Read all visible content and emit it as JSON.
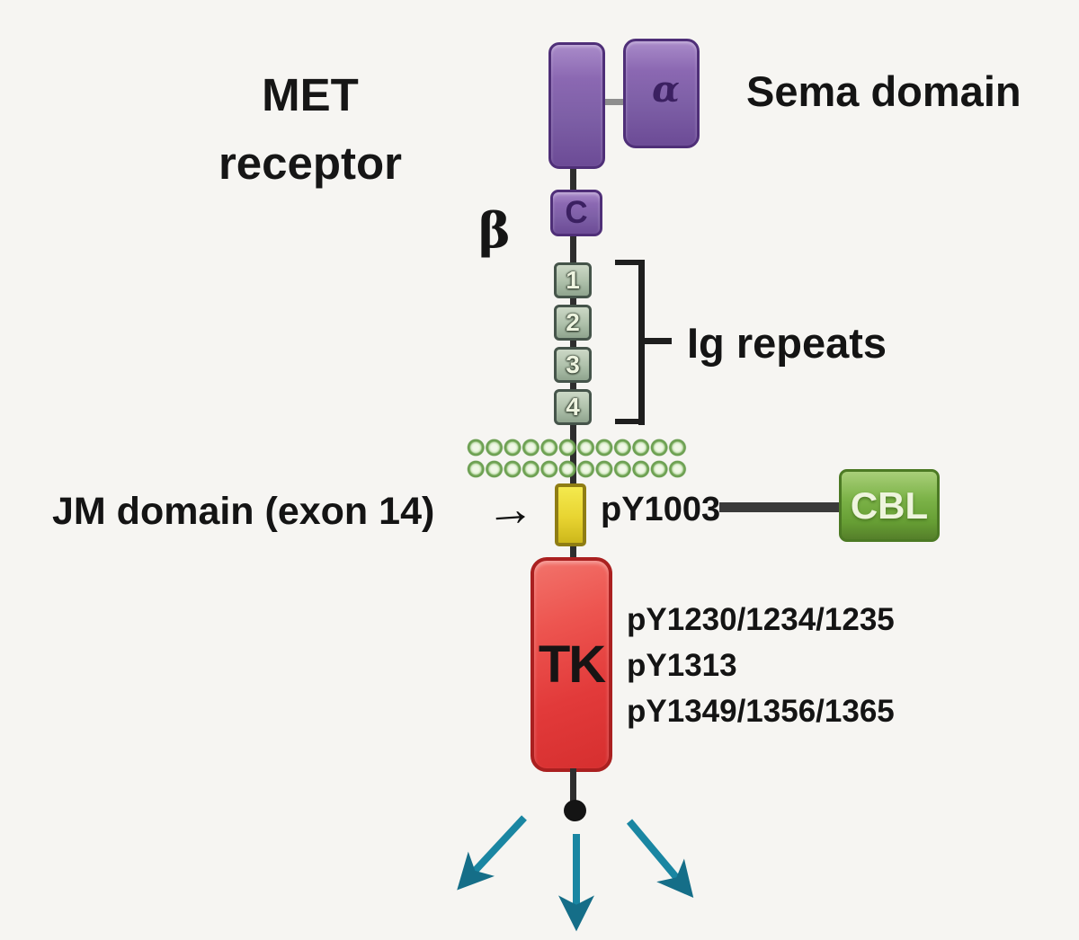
{
  "title": {
    "line1": "MET",
    "line2": "receptor"
  },
  "sema": {
    "label": "Sema domain",
    "alpha": "α",
    "beta": "β",
    "c": "C"
  },
  "ig": {
    "label": "Ig repeats",
    "numbers": [
      "1",
      "2",
      "3",
      "4"
    ]
  },
  "jm": {
    "label": "JM domain (exon 14)",
    "arrow_icon": "→",
    "py": "pY1003",
    "cbl": "CBL"
  },
  "tk": {
    "label": "TK",
    "sites": [
      "pY1230/1234/1235",
      "pY1313",
      "pY1349/1356/1365"
    ]
  },
  "colors": {
    "sema_purple": "#7d5fa6",
    "ig_sage": "#aec0aa",
    "membrane_green": "#74a758",
    "jm_yellow": "#e8d431",
    "cbl_green": "#7cb348",
    "tk_red": "#e23a3a",
    "arrow_teal": "#1a86a2",
    "line_dark": "#2e2e2e"
  }
}
